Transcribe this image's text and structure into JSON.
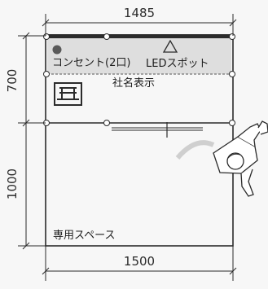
{
  "dimensions": {
    "top_width": "1485",
    "bottom_width": "1500",
    "left_upper_height": "700",
    "left_lower_height": "1000"
  },
  "labels": {
    "outlet": "コンセント(2口)",
    "led_spot": "LEDスポット",
    "company_name": "社名表示",
    "dedicated_space": "専用スペース"
  },
  "colors": {
    "line": "#2b2b2b",
    "band_fill": "#dedede",
    "outlet_dot": "#5a5a5a",
    "background": "#f7f7f7"
  }
}
